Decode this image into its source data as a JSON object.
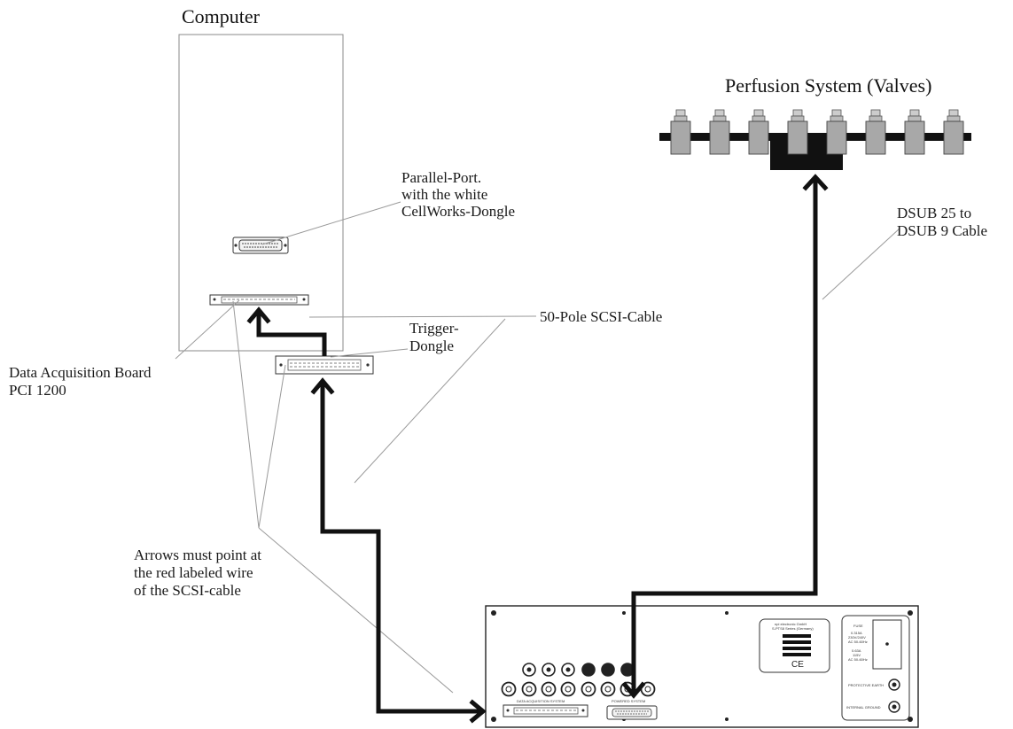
{
  "labels": {
    "computer": "Computer",
    "perfusion": "Perfusion System (Valves)",
    "parallel_1": "Parallel-Port.",
    "parallel_2": "with the white",
    "parallel_3": "CellWorks-Dongle",
    "dsub_1": "DSUB 25 to",
    "dsub_2": "DSUB 9 Cable",
    "scsi": "50-Pole SCSI-Cable",
    "trigger_1": "Trigger-",
    "trigger_2": "Dongle",
    "daq_1": "Data Acquisition Board",
    "daq_2": "PCI 1200",
    "arrows_1": "Arrows must point at",
    "arrows_2": "the red labeled wire",
    "arrows_3": "of the SCSI-cable"
  },
  "panel": {
    "company": "npi electronic GmbH",
    "model": "S-PTS8 Series (Germany)",
    "ce_mark": "CE",
    "fuse_label": "FUSE",
    "fuse_spec_1": "0.315A",
    "fuse_spec_2": "230V/240V",
    "fuse_spec_3": "AC 50-60Hz",
    "fuse_spec_4": "0.63A",
    "fuse_spec_5": "115V",
    "fuse_spec_6": "AC 50-60Hz",
    "earth_label": "PROTECTIVE EARTH",
    "ground_label": "INTERNAL GROUND",
    "scsi_conn_label": "DATA ACQUISITION SYSTEM",
    "power_conn_label": "POWERED SYSTEM"
  },
  "colors": {
    "cable": "#111111",
    "valve": "#a8a8a8",
    "leader": "#9a9a9a"
  }
}
